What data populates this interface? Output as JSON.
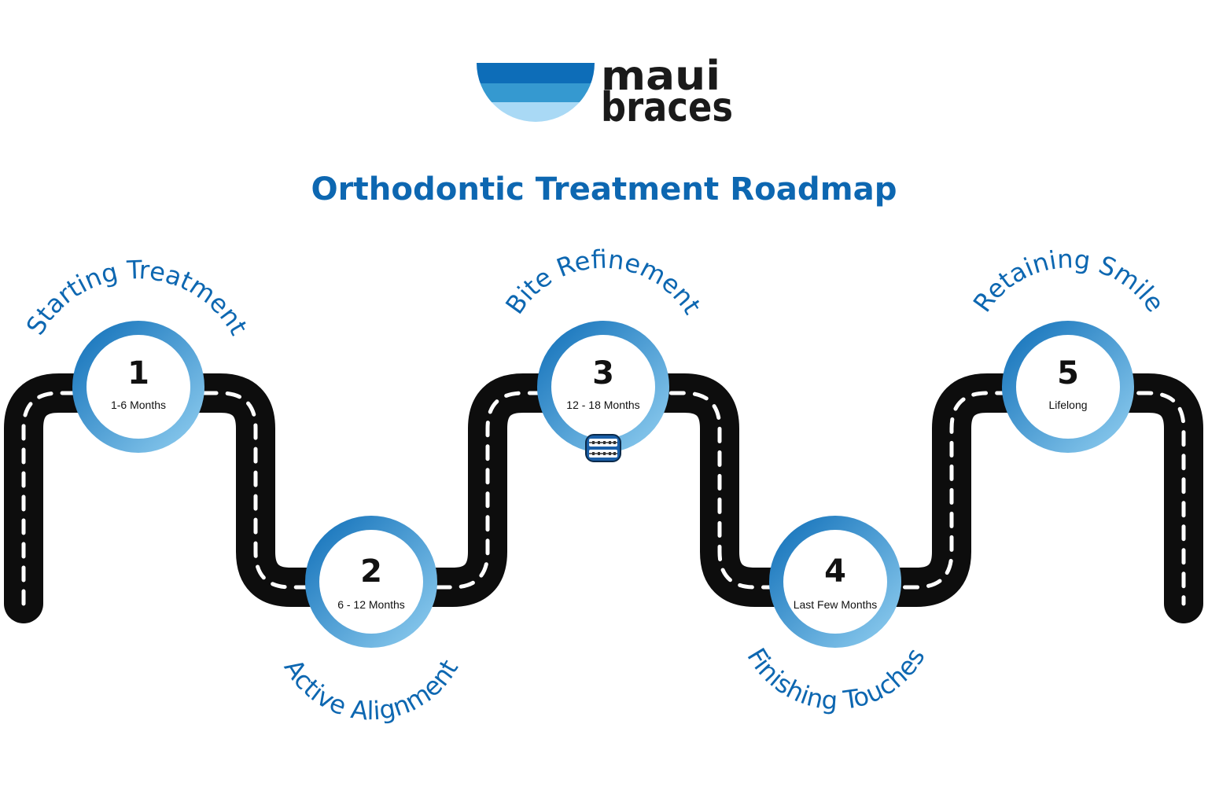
{
  "brand": {
    "line1": "maui",
    "line2": "braces",
    "colors": [
      "#0d6db8",
      "#3599d0",
      "#a9d9f5"
    ]
  },
  "title": "Orthodontic Treatment Roadmap",
  "colors": {
    "accent": "#0d67b1",
    "ring_dark": "#1573bb",
    "ring_light": "#8ccbee",
    "road": "#0d0d0d",
    "lane": "#ffffff"
  },
  "steps": [
    {
      "number": "1",
      "label": "Starting Treatment",
      "duration": "1-6 Months"
    },
    {
      "number": "2",
      "label": "Active Alignment",
      "duration": "6 - 12 Months"
    },
    {
      "number": "3",
      "label": "Bite Refinement",
      "duration": "12 - 18 Months"
    },
    {
      "number": "4",
      "label": "Finishing Touches",
      "duration": "Last Few Months"
    },
    {
      "number": "5",
      "label": "Retaining Smile",
      "duration": "Lifelong"
    }
  ],
  "icons": [
    "braces-icon"
  ]
}
